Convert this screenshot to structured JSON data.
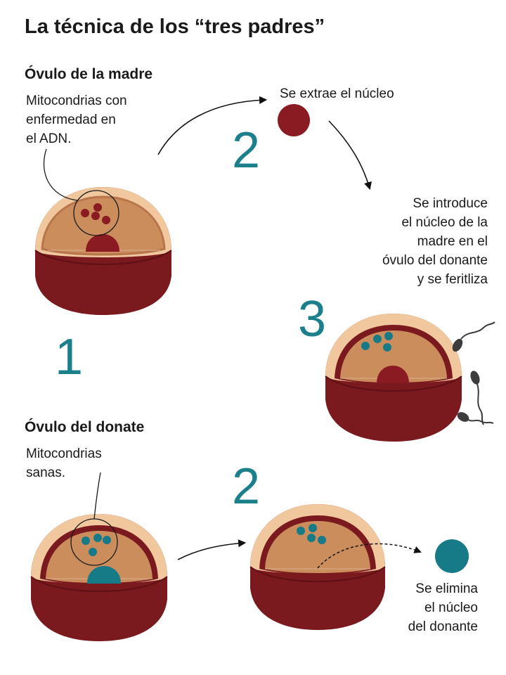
{
  "title": "La técnica de los “tres padres”",
  "colors": {
    "shell_dark": "#7b1a1e",
    "shell_light": "#f1c79e",
    "cytoplasm": "#cc8d5d",
    "maternal": "#8a1b22",
    "donor": "#177a87",
    "number": "#1b7f8c",
    "sperm": "#3c3c3c"
  },
  "mother": {
    "heading": "Óvulo de la madre",
    "note": [
      "Mitocondrias con",
      "enfermedad en",
      "el ADN."
    ],
    "step_number": "1"
  },
  "step_extract": {
    "number": "2",
    "label": "Se extrae el núcleo"
  },
  "step_transfer": {
    "number": "3",
    "label": [
      "Se introduce",
      "el núcleo de la",
      "madre en el",
      "óvulo del donante",
      "y se feritliza"
    ]
  },
  "donor": {
    "heading": "Óvulo del donate",
    "note": [
      "Mitocondrias",
      "sanas."
    ],
    "step_number": "2",
    "remove_label": [
      "Se elimina",
      "el núcleo",
      "del donante"
    ]
  }
}
